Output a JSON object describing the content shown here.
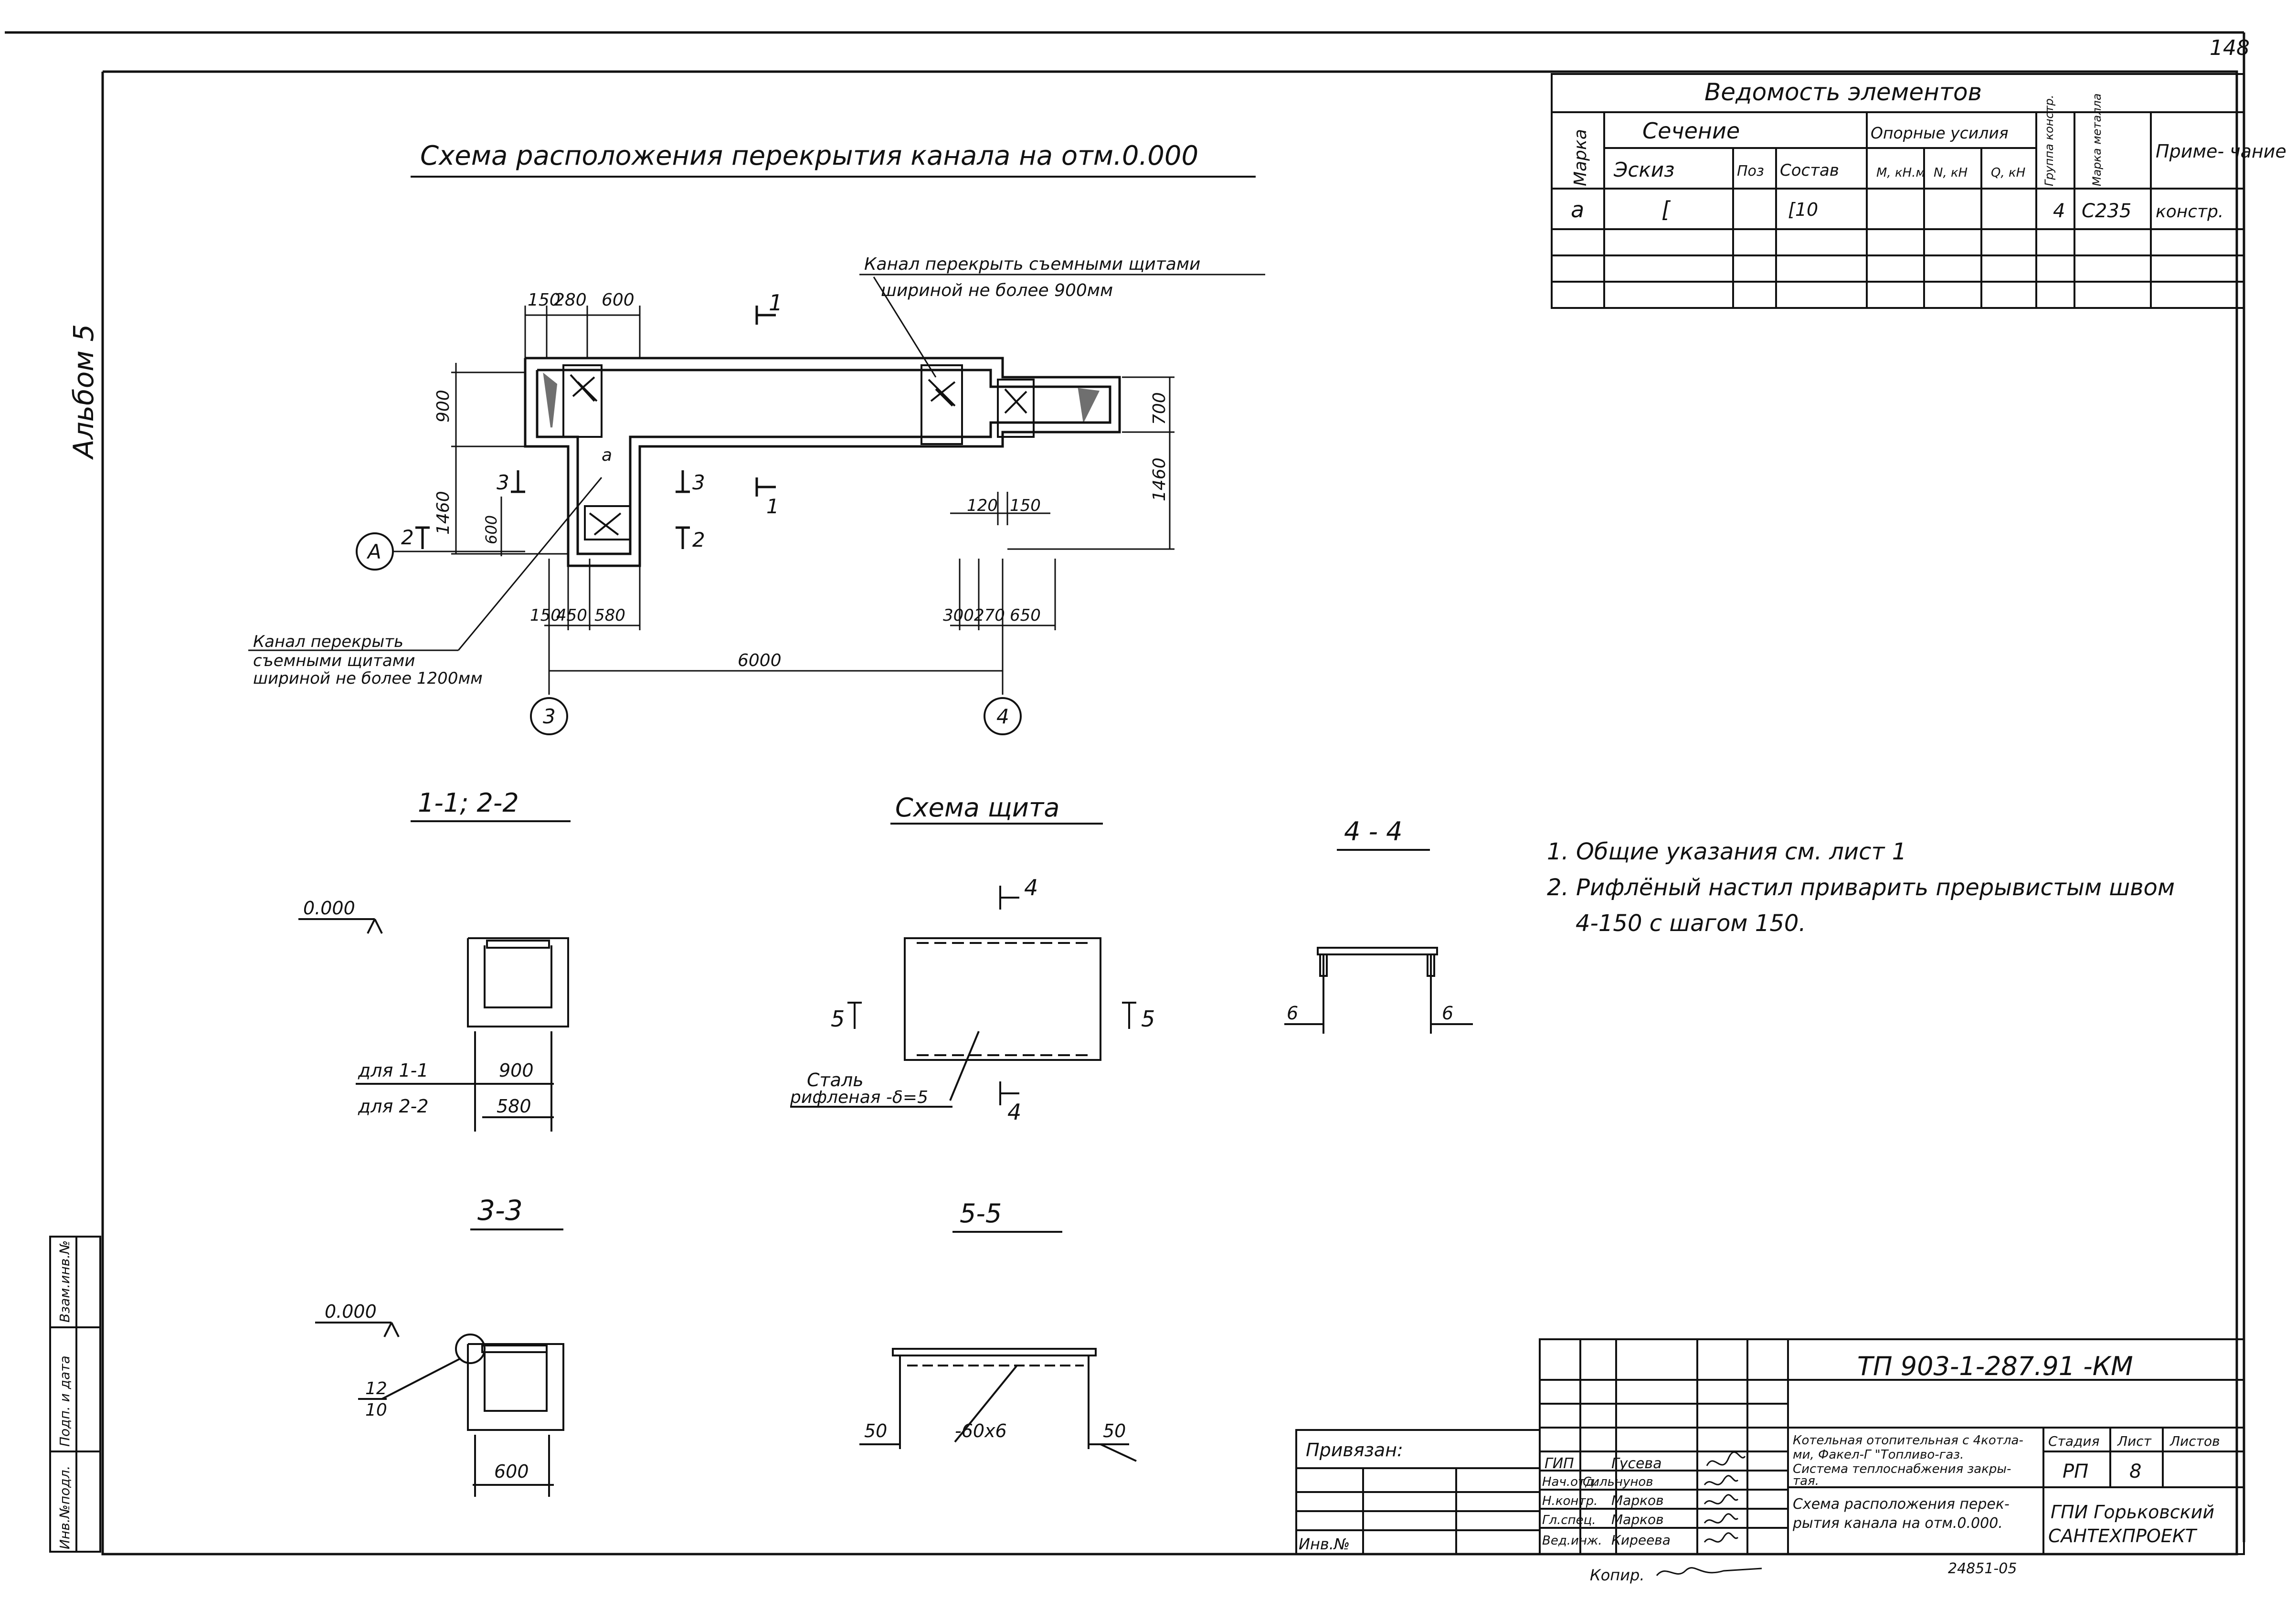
{
  "sheet_corner_number": "148",
  "album_label": "Альбом 5",
  "main_title": "Схема расположения перекрытия канала на отм.0.000",
  "schedule": {
    "title": "Ведомость элементов",
    "h_mark": "Марка",
    "h_section": "Сечение",
    "h_sketch": "Эскиз",
    "h_pos": "Поз",
    "h_compos": "Состав",
    "h_forces": "Опорные усилия",
    "h_m": "M, кН.м",
    "h_n": "N, кН",
    "h_q": "Q, кН",
    "h_group": "Группа констр.",
    "h_steel": "Марка металла",
    "h_note": "Приме- чание",
    "row": {
      "mark": "а",
      "sketch": "[",
      "pos": "",
      "compos": "[10",
      "m": "",
      "n": "",
      "q": "",
      "group": "4",
      "steel": "С235",
      "note": "констр."
    }
  },
  "plan": {
    "cut1_top": "1",
    "cut1_mid": "1",
    "cut2": "2",
    "cut3_left": "3",
    "cut3_right": "3",
    "cut2_right": "2",
    "element_label": "а",
    "callout_right_1": "Канал перекрыть съемными щитами",
    "callout_right_2": "шириной не более 900мм",
    "callout_left_1": "Канал перекрыть",
    "callout_left_2": "съемными щитами",
    "callout_left_3": "шириной не более 1200мм",
    "dims": {
      "top_150": "150",
      "top_280": "280",
      "top_600": "600",
      "left_900": "900",
      "left_1460": "1460",
      "left_600": "600",
      "right_700": "700",
      "right_1460": "1460",
      "mid_120": "120",
      "mid_150": "150",
      "bot_150": "150",
      "bot_450": "450",
      "bot_580": "580",
      "bot_300": "300",
      "bot_270": "270",
      "bot_650": "650",
      "span_6000": "6000"
    },
    "axis_a": "А",
    "axis_3": "3",
    "axis_4": "4"
  },
  "sec_11_22": {
    "title": "1-1; 2-2",
    "level": "0.000",
    "line1_label": "для 1-1",
    "line1_value": "900",
    "line2_label": "для 2-2",
    "line2_value": "580"
  },
  "shield": {
    "title": "Схема щита",
    "cut4_top": "4",
    "cut4_bottom": "4",
    "cut5_left": "5",
    "cut5_right": "5",
    "steel_label_1": "Сталь",
    "steel_label_2": "рифленая -δ=5"
  },
  "sec_44": {
    "title": "4 - 4",
    "left": "6",
    "right": "6"
  },
  "sec_33": {
    "title": "3-3",
    "level": "0.000",
    "frac_top": "12",
    "frac_bottom": "10",
    "width": "600"
  },
  "sec_55": {
    "title": "5-5",
    "left": "50",
    "mid": "-60x6",
    "right": "50"
  },
  "notes": [
    "1. Общие указания см. лист 1",
    "2. Рифлёный настил приварить прерывистым швом",
    "4-150 с шагом 150."
  ],
  "stamp": {
    "code": "ТП 903-1-287.91 -КМ",
    "tied": "Привязан:",
    "inv": "Инв.№",
    "roles": [
      "ГИП",
      "Нач.отд.",
      "Н.контр.",
      "Гл.спец.",
      "Вед.инж."
    ],
    "names": [
      "Гусева",
      "Сильнунов",
      "Марков",
      "Марков",
      "Киреева"
    ],
    "project_1": "Котельная отопительная с 4котла-",
    "project_2": "ми, Факел-Г \"Топливо-газ.",
    "project_3": "Система теплоснабжения закры-",
    "project_4": "тая.",
    "sheet_1": "Схема расположения перек-",
    "sheet_2": "рытия канала на отм.0.000.",
    "h_stage": "Стадия",
    "h_sheet": "Лист",
    "h_sheets": "Листов",
    "stage": "РП",
    "sheet_no": "8",
    "sheets_total": "",
    "org_1": "ГПИ Горьковский",
    "org_2": "САНТЕХПРОЕКТ"
  },
  "margin_stamp": [
    "Инв.№подл.",
    "Подп. и дата",
    "Взам.инв.№"
  ],
  "bottom_copy": "Копир.",
  "bottom_number": "24851-05"
}
